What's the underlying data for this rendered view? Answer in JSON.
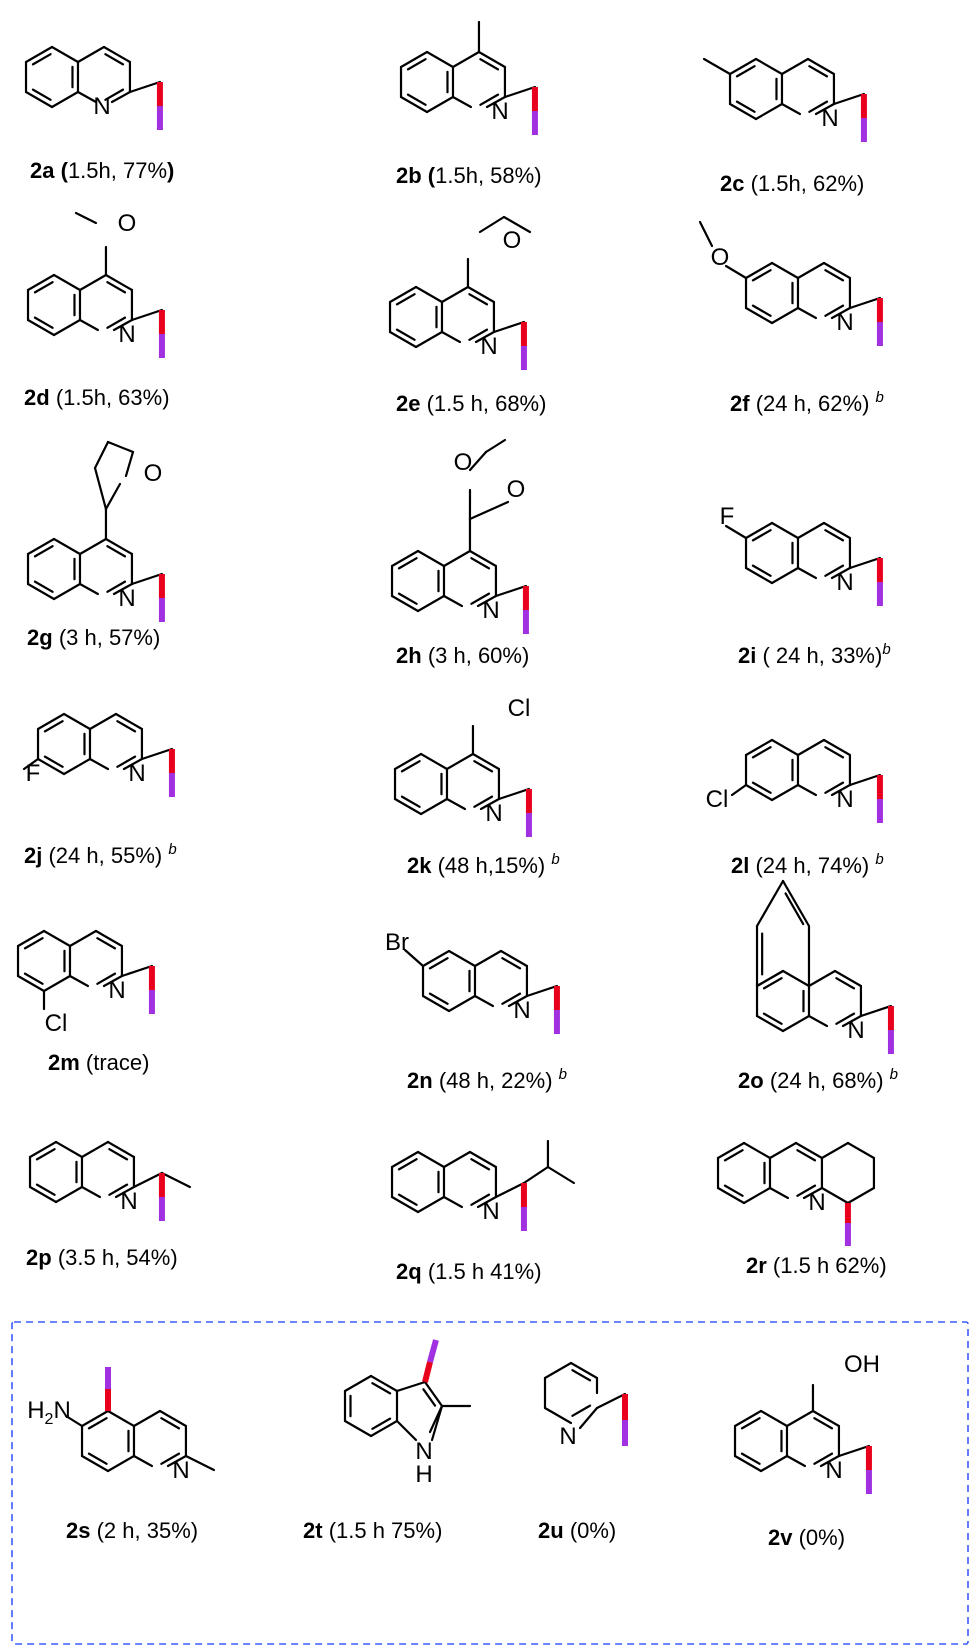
{
  "colors": {
    "bond": "#000000",
    "new_bond": "#e8001c",
    "iodine": "#a030e0",
    "frame": "#3b5bff"
  },
  "atoms": {
    "N": "N",
    "O": "O",
    "F": "F",
    "Cl": "Cl",
    "Br": "Br",
    "OH": "OH",
    "H": "H",
    "H2N": "H2N"
  },
  "compounds": [
    {
      "id": "2a",
      "rest": "(1.5h, 77%)"
    },
    {
      "id": "2b",
      "rest": "(1.5h, 58%)"
    },
    {
      "id": "2c",
      "rest": "(1.5h, 62%)"
    },
    {
      "id": "2d",
      "rest": "(1.5h, 63%)"
    },
    {
      "id": "2e",
      "rest": "(1.5 h, 68%)"
    },
    {
      "id": "2f",
      "rest": "(24 h, 62%)",
      "note": "b"
    },
    {
      "id": "2g",
      "rest": "(3 h, 57%)"
    },
    {
      "id": "2h",
      "rest": "(3 h, 60%)"
    },
    {
      "id": "2i",
      "rest": "( 24 h, 33%)",
      "note": "b"
    },
    {
      "id": "2j",
      "rest": "(24 h, 55%)",
      "note": "b"
    },
    {
      "id": "2k",
      "rest": "(48 h,15%)",
      "note": "b"
    },
    {
      "id": "2l",
      "rest": "(24 h, 74%)",
      "note": "b"
    },
    {
      "id": "2m",
      "rest": "(trace)"
    },
    {
      "id": "2n",
      "rest": "(48 h, 22%)",
      "note": "b"
    },
    {
      "id": "2o",
      "rest": "(24 h, 68%)",
      "note": "b"
    },
    {
      "id": "2p",
      "rest": "(3.5 h, 54%)"
    },
    {
      "id": "2q",
      "rest": "(1.5 h 41%)"
    },
    {
      "id": "2r",
      "rest": "(1.5 h 62%)"
    },
    {
      "id": "2s",
      "rest": "(2 h, 35%)"
    },
    {
      "id": "2t",
      "rest": "(1.5 h 75%)"
    },
    {
      "id": "2u",
      "rest": "(0%)"
    },
    {
      "id": "2v",
      "rest": "(0%)"
    }
  ]
}
